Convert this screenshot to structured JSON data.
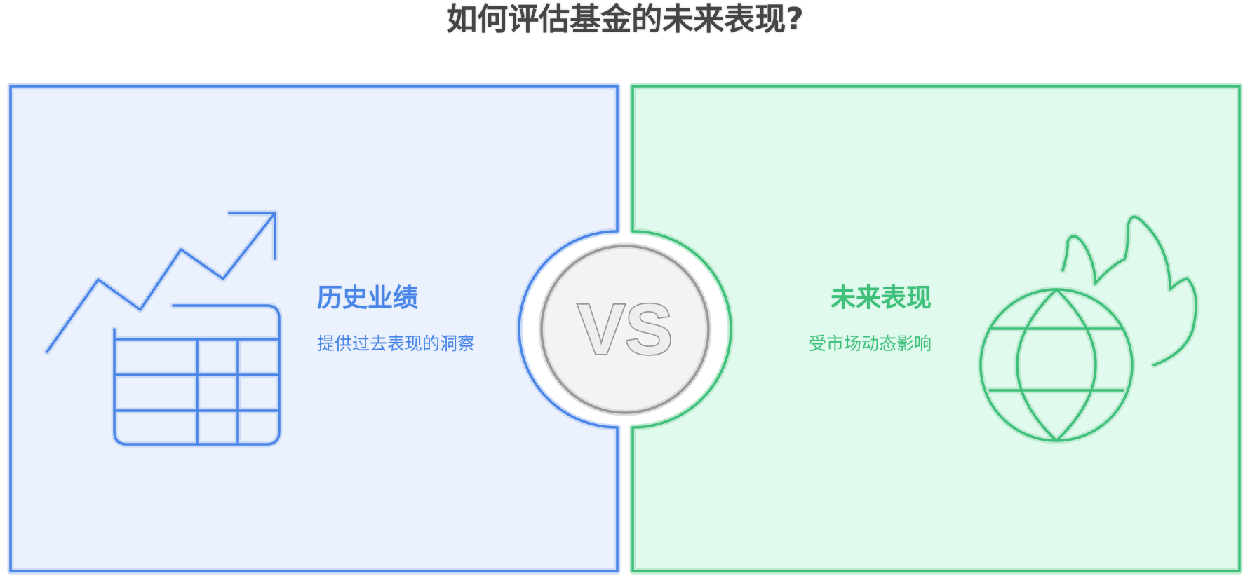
{
  "title": "如何评估基金的未来表现?",
  "left": {
    "title": "历史业绩",
    "description": "提供过去表现的洞察",
    "icon": "chart-table-icon",
    "color": "#4a86e8",
    "fill": "#ecf2fd"
  },
  "right": {
    "title": "未来表现",
    "description": "受市场动态影响",
    "icon": "globe-fire-icon",
    "color": "#3ec07b",
    "fill": "#e0fbee"
  },
  "center": {
    "label": "VS",
    "color": "#999999",
    "fill": "#f3f3f3"
  }
}
